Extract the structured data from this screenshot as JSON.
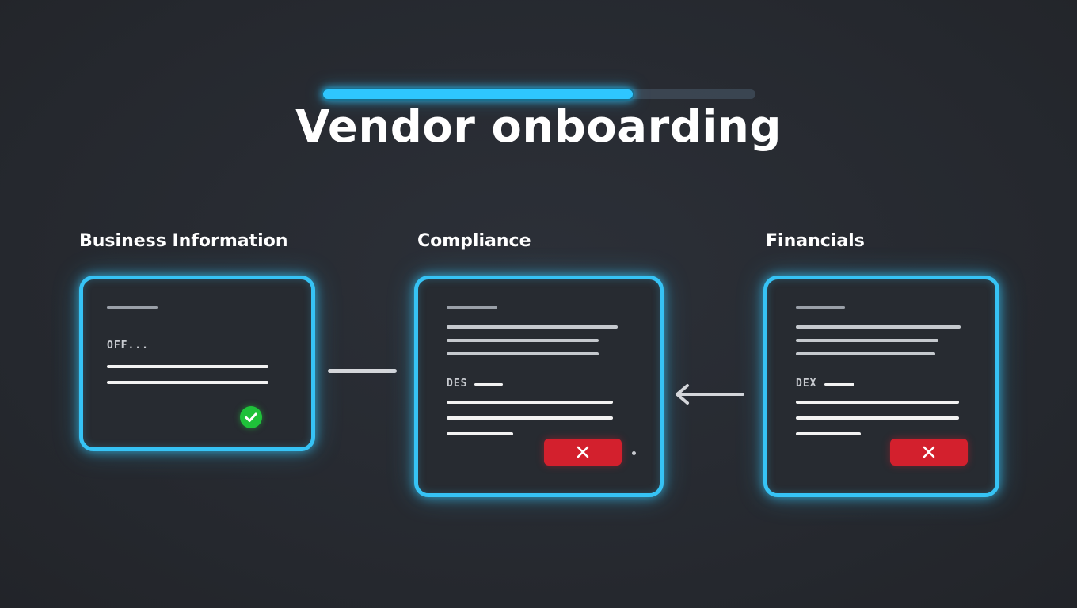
{
  "header": {
    "title": "Vendor onboarding",
    "progress_fraction": 0.72,
    "accent_color": "#2ec6ff"
  },
  "steps": [
    {
      "label": "Business Information",
      "field_caption": "OFF...",
      "status_icon": "check-circle-icon",
      "status_color": "#1fc13a"
    },
    {
      "label": "Compliance",
      "field_caption": "DES",
      "action_icon": "close-icon",
      "action_color": "#d3202d"
    },
    {
      "label": "Financials",
      "field_caption": "DEX",
      "action_icon": "close-icon",
      "action_color": "#d3202d"
    }
  ],
  "connectors": [
    {
      "icon": "connector-line"
    },
    {
      "icon": "arrow-left-icon"
    }
  ],
  "colors": {
    "card_border": "#36c3f5",
    "background": "#25282e"
  }
}
